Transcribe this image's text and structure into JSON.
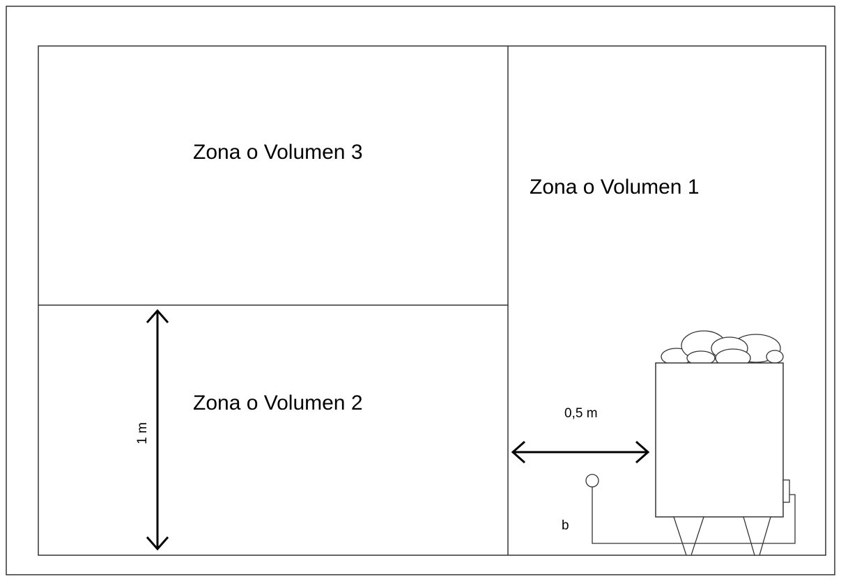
{
  "zones": {
    "zone3_label": "Zona o Volumen 3",
    "zone1_label": "Zona o Volumen 1",
    "zone2_label": "Zona o Volumen 2"
  },
  "dimensions": {
    "vertical_label": "1 m",
    "horizontal_label": "0,5 m",
    "sensor_label": "b"
  },
  "colors": {
    "line": "#333333",
    "arrow": "#000000",
    "background": "#ffffff"
  }
}
